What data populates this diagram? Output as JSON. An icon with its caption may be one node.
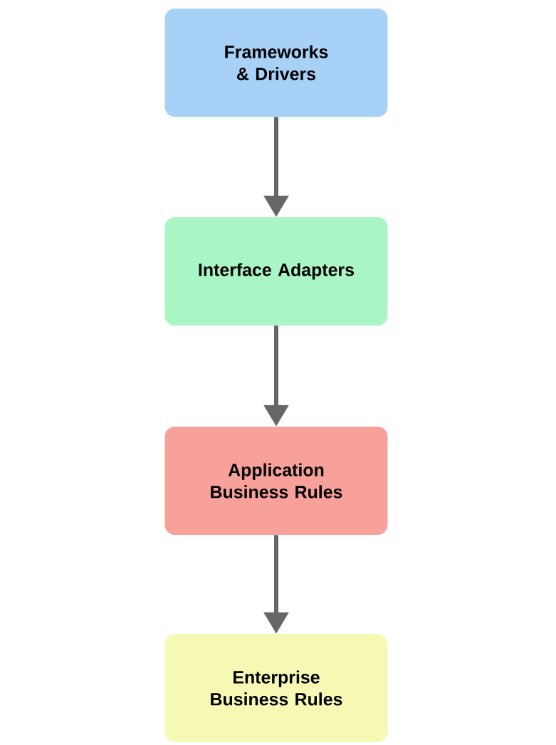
{
  "diagram": {
    "nodes": [
      {
        "text": [
          "Frameworks & Drivers"
        ]
      },
      {
        "text": [
          "Interface Adapters"
        ]
      },
      {
        "text": [
          "Application Business Rules"
        ]
      },
      {
        "text": [
          "Enterprise Business Rules"
        ]
      }
    ],
    "edges": [
      {
        "from": 0,
        "to": 1,
        "arrow": "to"
      },
      {
        "from": 1,
        "to": 2,
        "arrow": "to"
      },
      {
        "from": 2,
        "to": 3,
        "arrow": "to"
      }
    ]
  }
}
